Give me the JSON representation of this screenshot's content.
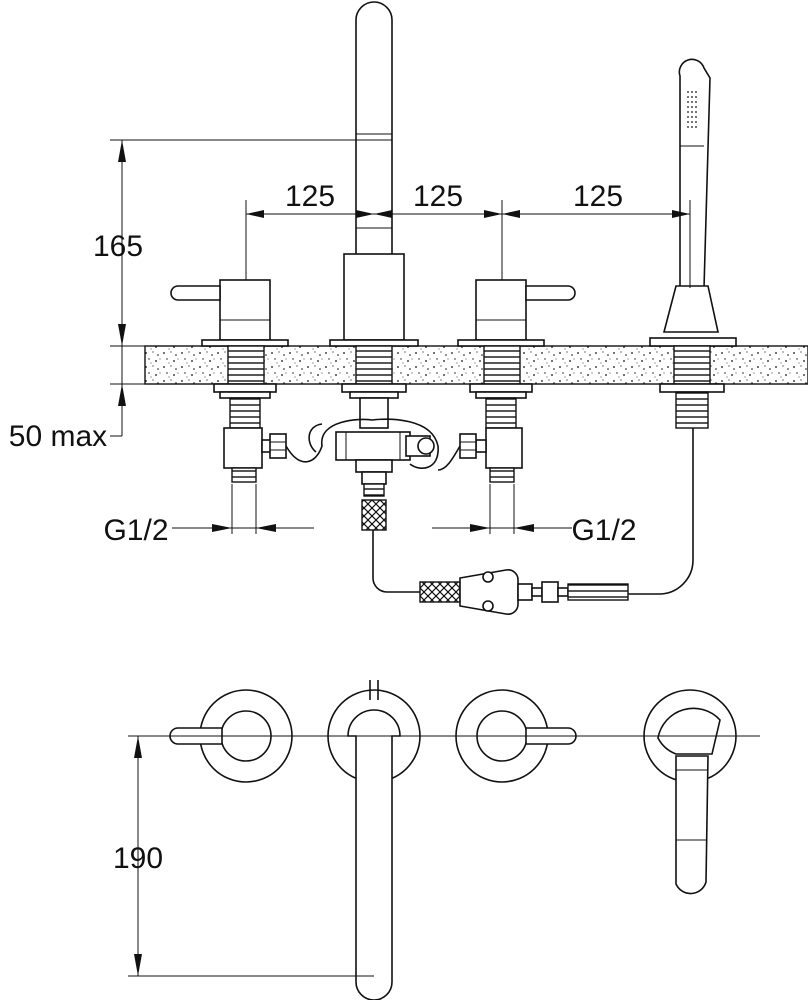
{
  "dimensions": {
    "spacing_1": "125",
    "spacing_2": "125",
    "spacing_3": "125",
    "spout_height": "165",
    "deck_thickness": "50 max",
    "left_thread": "G1/2",
    "right_thread": "G1/2",
    "spout_projection": "190"
  }
}
